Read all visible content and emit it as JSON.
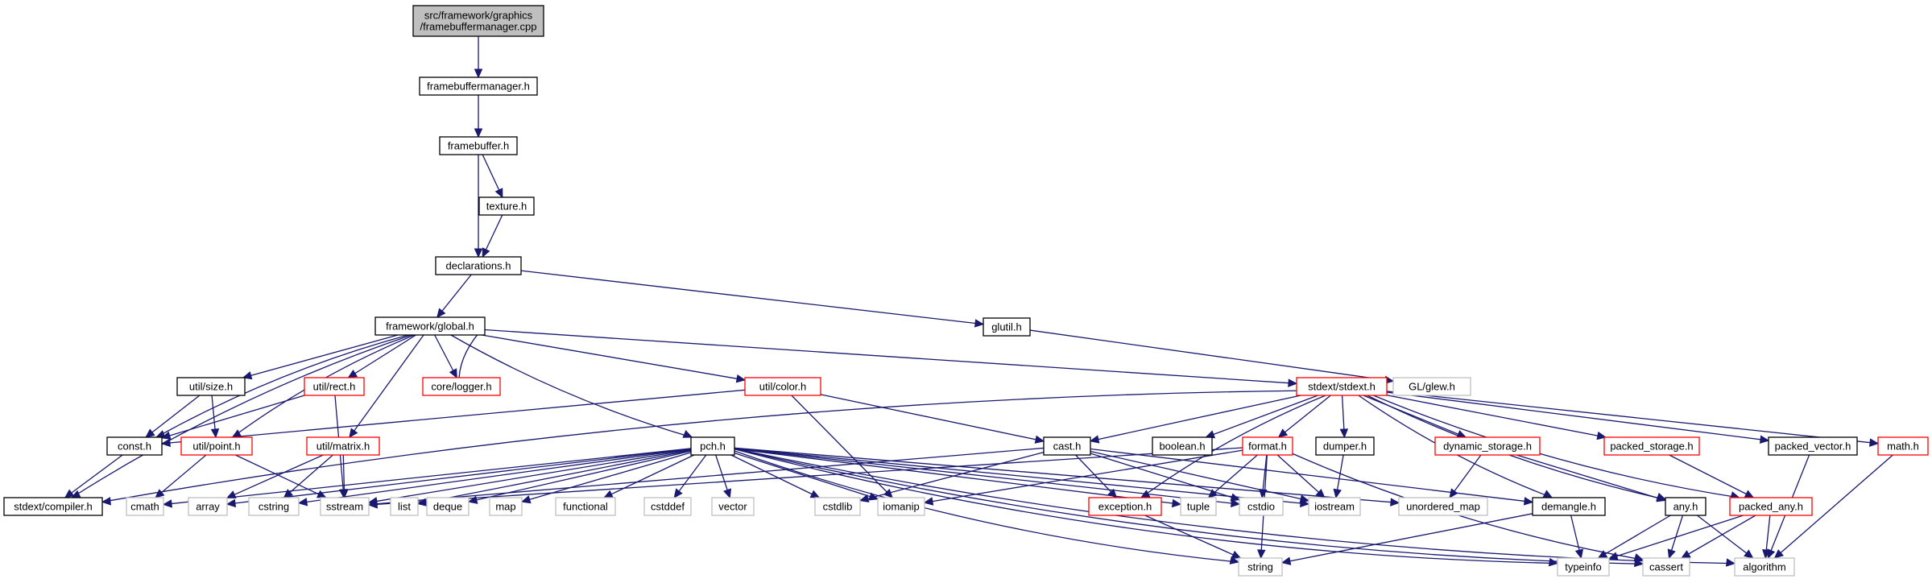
{
  "colors": {
    "edge": "#191970",
    "root_fill": "#bfbfbf",
    "border_normal": "#000000",
    "border_truncated": "#ff0000",
    "border_external": "#bfbfbf"
  },
  "nodes": [
    {
      "id": "root",
      "lines": [
        "src/framework/graphics",
        "/framebuffermanager.cpp"
      ],
      "style": "root"
    },
    {
      "id": "fbm",
      "lines": [
        "framebuffermanager.h"
      ],
      "style": "normal"
    },
    {
      "id": "fb",
      "lines": [
        "framebuffer.h"
      ],
      "style": "normal"
    },
    {
      "id": "tex",
      "lines": [
        "texture.h"
      ],
      "style": "normal"
    },
    {
      "id": "decl",
      "lines": [
        "declarations.h"
      ],
      "style": "normal"
    },
    {
      "id": "glob",
      "lines": [
        "framework/global.h"
      ],
      "style": "normal"
    },
    {
      "id": "glutil",
      "lines": [
        "glutil.h"
      ],
      "style": "normal"
    },
    {
      "id": "glew",
      "lines": [
        "GL/glew.h"
      ],
      "style": "external"
    },
    {
      "id": "size",
      "lines": [
        "util/size.h"
      ],
      "style": "normal"
    },
    {
      "id": "rect",
      "lines": [
        "util/rect.h"
      ],
      "style": "truncated"
    },
    {
      "id": "logger",
      "lines": [
        "core/logger.h"
      ],
      "style": "truncated"
    },
    {
      "id": "color",
      "lines": [
        "util/color.h"
      ],
      "style": "truncated"
    },
    {
      "id": "stdext",
      "lines": [
        "stdext/stdext.h"
      ],
      "style": "truncated"
    },
    {
      "id": "const",
      "lines": [
        "const.h"
      ],
      "style": "normal"
    },
    {
      "id": "point",
      "lines": [
        "util/point.h"
      ],
      "style": "truncated"
    },
    {
      "id": "matrix",
      "lines": [
        "util/matrix.h"
      ],
      "style": "truncated"
    },
    {
      "id": "pch",
      "lines": [
        "pch.h"
      ],
      "style": "normal"
    },
    {
      "id": "cast",
      "lines": [
        "cast.h"
      ],
      "style": "normal"
    },
    {
      "id": "boolean",
      "lines": [
        "boolean.h"
      ],
      "style": "normal"
    },
    {
      "id": "format",
      "lines": [
        "format.h"
      ],
      "style": "truncated"
    },
    {
      "id": "dumper",
      "lines": [
        "dumper.h"
      ],
      "style": "normal"
    },
    {
      "id": "dynstor",
      "lines": [
        "dynamic_storage.h"
      ],
      "style": "truncated"
    },
    {
      "id": "pstor",
      "lines": [
        "packed_storage.h"
      ],
      "style": "truncated"
    },
    {
      "id": "pvec",
      "lines": [
        "packed_vector.h"
      ],
      "style": "normal"
    },
    {
      "id": "math",
      "lines": [
        "math.h"
      ],
      "style": "truncated"
    },
    {
      "id": "compiler",
      "lines": [
        "stdext/compiler.h"
      ],
      "style": "normal"
    },
    {
      "id": "cmath",
      "lines": [
        "cmath"
      ],
      "style": "external"
    },
    {
      "id": "array",
      "lines": [
        "array"
      ],
      "style": "external"
    },
    {
      "id": "cstring",
      "lines": [
        "cstring"
      ],
      "style": "external"
    },
    {
      "id": "sstream",
      "lines": [
        "sstream"
      ],
      "style": "external"
    },
    {
      "id": "list",
      "lines": [
        "list"
      ],
      "style": "external"
    },
    {
      "id": "deque",
      "lines": [
        "deque"
      ],
      "style": "external"
    },
    {
      "id": "map",
      "lines": [
        "map"
      ],
      "style": "external"
    },
    {
      "id": "functional",
      "lines": [
        "functional"
      ],
      "style": "external"
    },
    {
      "id": "cstddef",
      "lines": [
        "cstddef"
      ],
      "style": "external"
    },
    {
      "id": "vector",
      "lines": [
        "vector"
      ],
      "style": "external"
    },
    {
      "id": "cstdlib",
      "lines": [
        "cstdlib"
      ],
      "style": "external"
    },
    {
      "id": "iomanip",
      "lines": [
        "iomanip"
      ],
      "style": "external"
    },
    {
      "id": "exception",
      "lines": [
        "exception.h"
      ],
      "style": "truncated"
    },
    {
      "id": "tuple",
      "lines": [
        "tuple"
      ],
      "style": "external"
    },
    {
      "id": "cstdio",
      "lines": [
        "cstdio"
      ],
      "style": "external"
    },
    {
      "id": "iostream",
      "lines": [
        "iostream"
      ],
      "style": "external"
    },
    {
      "id": "umap",
      "lines": [
        "unordered_map"
      ],
      "style": "external"
    },
    {
      "id": "demangle",
      "lines": [
        "demangle.h"
      ],
      "style": "normal"
    },
    {
      "id": "any",
      "lines": [
        "any.h"
      ],
      "style": "normal"
    },
    {
      "id": "pany",
      "lines": [
        "packed_any.h"
      ],
      "style": "truncated"
    },
    {
      "id": "string",
      "lines": [
        "string"
      ],
      "style": "external"
    },
    {
      "id": "typeinfo",
      "lines": [
        "typeinfo"
      ],
      "style": "external"
    },
    {
      "id": "cassert",
      "lines": [
        "cassert"
      ],
      "style": "external"
    },
    {
      "id": "algorithm",
      "lines": [
        "algorithm"
      ],
      "style": "external"
    }
  ],
  "edges": [
    [
      "root",
      "fbm"
    ],
    [
      "fbm",
      "fb"
    ],
    [
      "fb",
      "decl"
    ],
    [
      "fb",
      "tex"
    ],
    [
      "tex",
      "decl"
    ],
    [
      "decl",
      "glob"
    ],
    [
      "decl",
      "glutil"
    ],
    [
      "glutil",
      "glew"
    ],
    [
      "glob",
      "compiler"
    ],
    [
      "glob",
      "const"
    ],
    [
      "glob",
      "size"
    ],
    [
      "glob",
      "point"
    ],
    [
      "glob",
      "rect"
    ],
    [
      "glob",
      "matrix"
    ],
    [
      "glob",
      "logger"
    ],
    [
      "glob",
      "pch"
    ],
    [
      "glob",
      "color"
    ],
    [
      "glob",
      "stdext"
    ],
    [
      "logger",
      "glob"
    ],
    [
      "size",
      "const"
    ],
    [
      "size",
      "point"
    ],
    [
      "rect",
      "const"
    ],
    [
      "rect",
      "sstream"
    ],
    [
      "point",
      "cmath"
    ],
    [
      "point",
      "sstream"
    ],
    [
      "matrix",
      "array"
    ],
    [
      "matrix",
      "cstring"
    ],
    [
      "matrix",
      "sstream"
    ],
    [
      "const",
      "compiler"
    ],
    [
      "color",
      "const"
    ],
    [
      "color",
      "cast"
    ],
    [
      "color",
      "iomanip"
    ],
    [
      "stdext",
      "compiler"
    ],
    [
      "stdext",
      "cast"
    ],
    [
      "stdext",
      "exception"
    ],
    [
      "stdext",
      "boolean"
    ],
    [
      "stdext",
      "format"
    ],
    [
      "stdext",
      "dumper"
    ],
    [
      "stdext",
      "dynstor"
    ],
    [
      "stdext",
      "pstor"
    ],
    [
      "stdext",
      "pvec"
    ],
    [
      "stdext",
      "math"
    ],
    [
      "stdext",
      "demangle"
    ],
    [
      "stdext",
      "any"
    ],
    [
      "stdext",
      "pany"
    ],
    [
      "pch",
      "cmath"
    ],
    [
      "pch",
      "array"
    ],
    [
      "pch",
      "cstring"
    ],
    [
      "pch",
      "sstream"
    ],
    [
      "pch",
      "list"
    ],
    [
      "pch",
      "deque"
    ],
    [
      "pch",
      "map"
    ],
    [
      "pch",
      "functional"
    ],
    [
      "pch",
      "cstddef"
    ],
    [
      "pch",
      "vector"
    ],
    [
      "pch",
      "cstdlib"
    ],
    [
      "pch",
      "iomanip"
    ],
    [
      "pch",
      "tuple"
    ],
    [
      "pch",
      "cstdio"
    ],
    [
      "pch",
      "iostream"
    ],
    [
      "pch",
      "umap"
    ],
    [
      "pch",
      "string"
    ],
    [
      "pch",
      "typeinfo"
    ],
    [
      "pch",
      "cassert"
    ],
    [
      "pch",
      "algorithm"
    ],
    [
      "cast",
      "sstream"
    ],
    [
      "cast",
      "cstdlib"
    ],
    [
      "cast",
      "exception"
    ],
    [
      "cast",
      "iostream"
    ],
    [
      "cast",
      "demangle"
    ],
    [
      "cast",
      "cstdio"
    ],
    [
      "format",
      "sstream"
    ],
    [
      "format",
      "iomanip"
    ],
    [
      "format",
      "tuple"
    ],
    [
      "format",
      "cstdio"
    ],
    [
      "format",
      "iostream"
    ],
    [
      "format",
      "string"
    ],
    [
      "format",
      "cassert"
    ],
    [
      "exception",
      "string"
    ],
    [
      "dumper",
      "iostream"
    ],
    [
      "dynstor",
      "umap"
    ],
    [
      "dynstor",
      "any"
    ],
    [
      "pstor",
      "pany"
    ],
    [
      "pvec",
      "algorithm"
    ],
    [
      "math",
      "algorithm"
    ],
    [
      "demangle",
      "string"
    ],
    [
      "demangle",
      "typeinfo"
    ],
    [
      "any",
      "typeinfo"
    ],
    [
      "any",
      "cassert"
    ],
    [
      "any",
      "algorithm"
    ],
    [
      "pany",
      "typeinfo"
    ],
    [
      "pany",
      "cassert"
    ],
    [
      "pany",
      "algorithm"
    ]
  ]
}
